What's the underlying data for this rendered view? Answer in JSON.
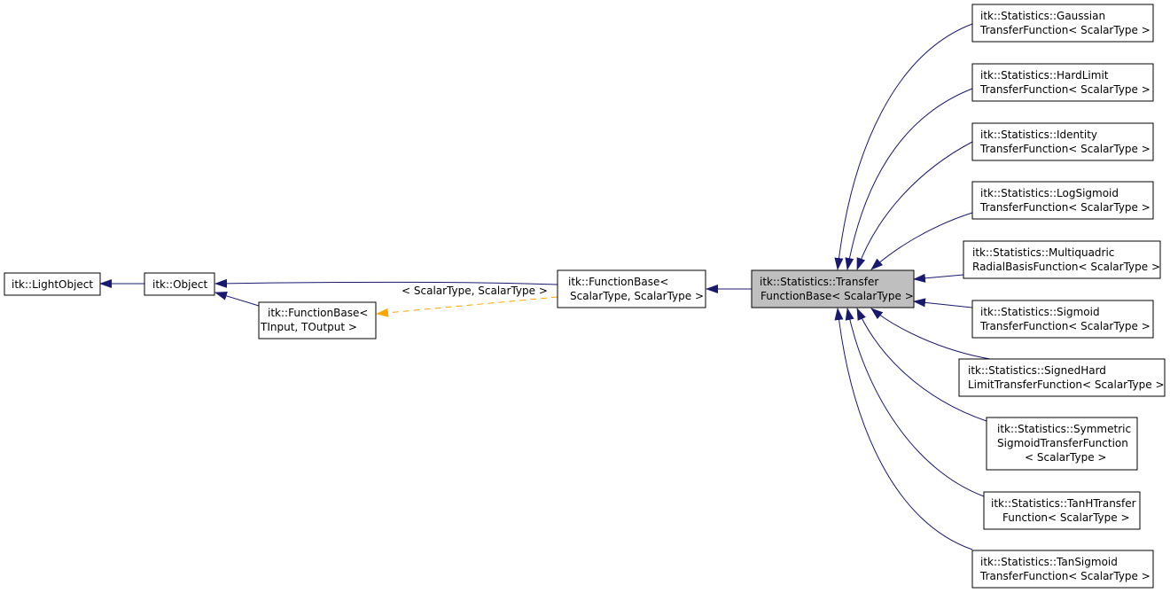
{
  "colors": {
    "inherit_edge": "#191970",
    "template_edge": "#ffa500",
    "node_border": "#000000",
    "node_fill": "#ffffff",
    "highlight_fill": "#bfbfbf"
  },
  "nodes": {
    "light_object": [
      "itk::LightObject"
    ],
    "object": [
      "itk::Object"
    ],
    "function_base_tio": [
      "itk::FunctionBase<",
      "TInput, TOutput >"
    ],
    "function_base_st": [
      "itk::FunctionBase<",
      "ScalarType, ScalarType >"
    ],
    "transfer_function_base": [
      "itk::Statistics::Transfer",
      "FunctionBase< ScalarType >"
    ],
    "gaussian": [
      "itk::Statistics::Gaussian",
      "TransferFunction< ScalarType >"
    ],
    "hard_limit": [
      "itk::Statistics::HardLimit",
      "TransferFunction< ScalarType >"
    ],
    "identity": [
      "itk::Statistics::Identity",
      "TransferFunction< ScalarType >"
    ],
    "log_sigmoid": [
      "itk::Statistics::LogSigmoid",
      "TransferFunction< ScalarType >"
    ],
    "multiquadric": [
      "itk::Statistics::Multiquadric",
      "RadialBasisFunction< ScalarType >"
    ],
    "sigmoid": [
      "itk::Statistics::Sigmoid",
      "TransferFunction< ScalarType >"
    ],
    "signed_hard": [
      "itk::Statistics::SignedHard",
      "LimitTransferFunction< ScalarType >"
    ],
    "symmetric": [
      "itk::Statistics::Symmetric",
      "SigmoidTransferFunction",
      "< ScalarType >"
    ],
    "tanh": [
      "itk::Statistics::TanHTransfer",
      "Function< ScalarType >"
    ],
    "tan_sigmoid": [
      "itk::Statistics::TanSigmoid",
      "TransferFunction< ScalarType >"
    ]
  },
  "edge_labels": {
    "template_args": "< ScalarType, ScalarType >"
  }
}
